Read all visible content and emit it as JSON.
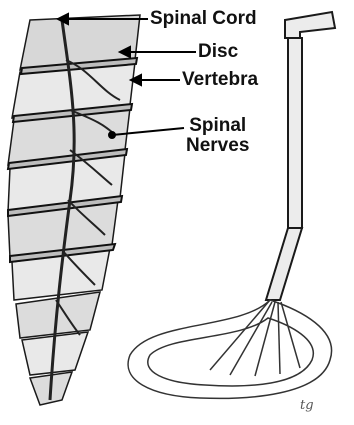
{
  "labels": {
    "spinal_cord": "Spinal Cord",
    "disc": "Disc",
    "vertebra": "Vertebra",
    "spinal_nerves_line1": "Spinal",
    "spinal_nerves_line2": "Nerves"
  },
  "signature": "tg",
  "colors": {
    "ink": "#111111",
    "shade": "#555555",
    "paper": "#ffffff"
  }
}
